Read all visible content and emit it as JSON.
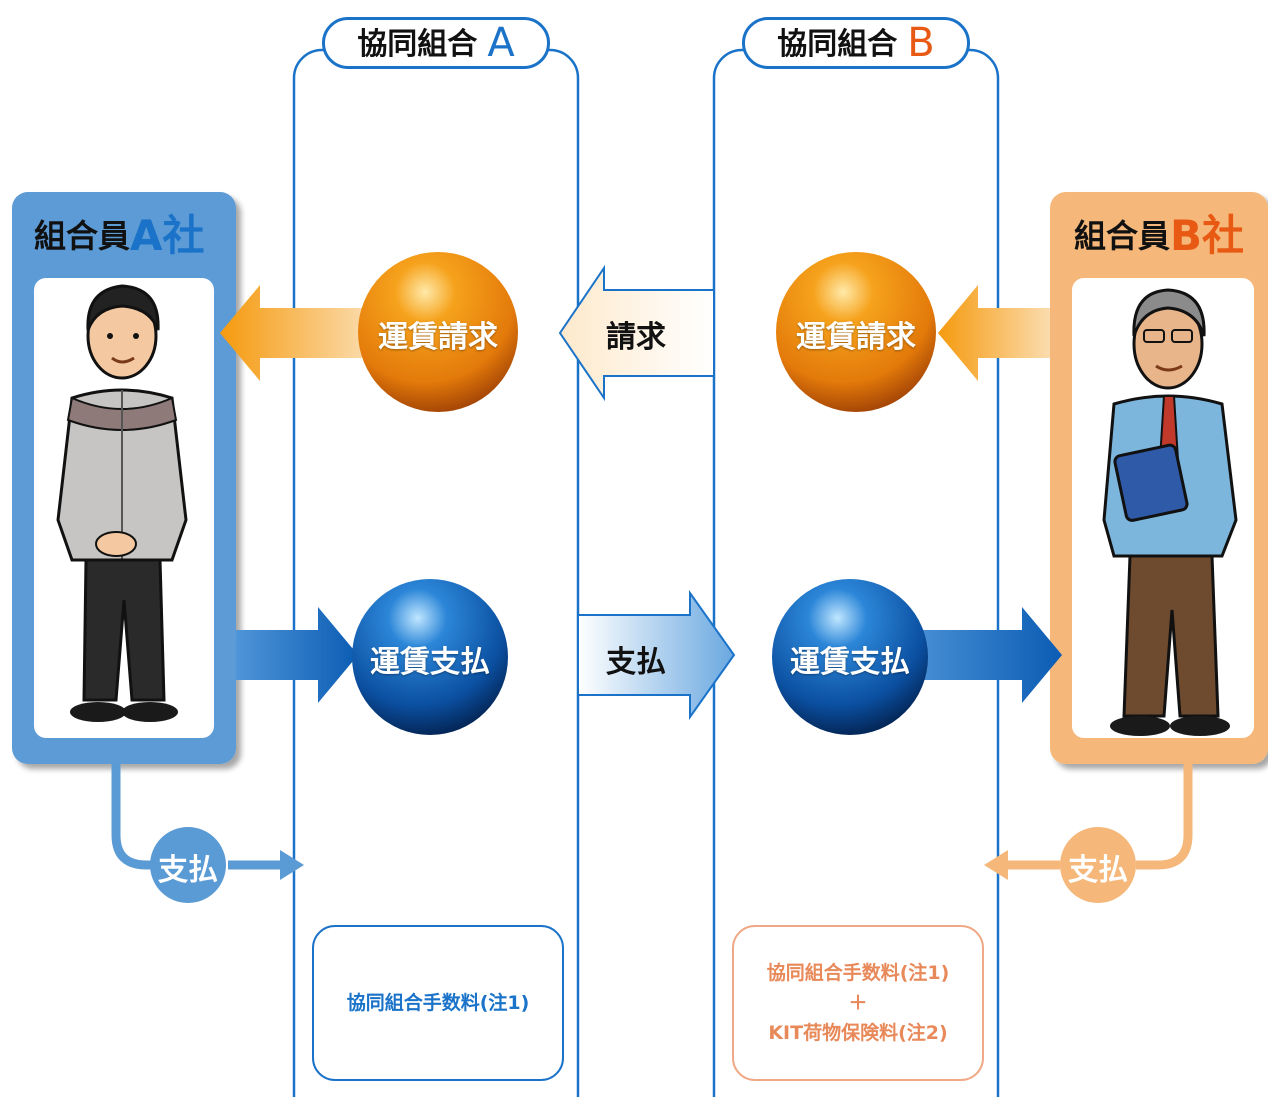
{
  "union_a": {
    "title": "協同組合",
    "letter": "A",
    "fee_label": "協同組合手数料(注1)"
  },
  "union_b": {
    "title": "協同組合",
    "letter": "B",
    "fee_line1": "協同組合手数料(注1)",
    "fee_plus": "＋",
    "fee_line2": "KIT荷物保険料(注2)"
  },
  "member_a": {
    "prefix": "組合員",
    "company": "A社"
  },
  "member_b": {
    "prefix": "組合員",
    "company": "B社"
  },
  "flow": {
    "freight_invoice_a": "運賃請求",
    "freight_invoice_b": "運賃請求",
    "freight_payment_a": "運賃支払",
    "freight_payment_b": "運賃支払",
    "invoice_arrow": "請求",
    "payment_arrow": "支払",
    "member_a_pay": "支払",
    "member_b_pay": "支払"
  },
  "colors": {
    "blue_accent": "#1a73c8",
    "orange_accent": "#e85a14",
    "member_a_panel": "#5b9bd5",
    "member_b_panel": "#f5b87a",
    "fee_b_text": "#e8895a"
  }
}
